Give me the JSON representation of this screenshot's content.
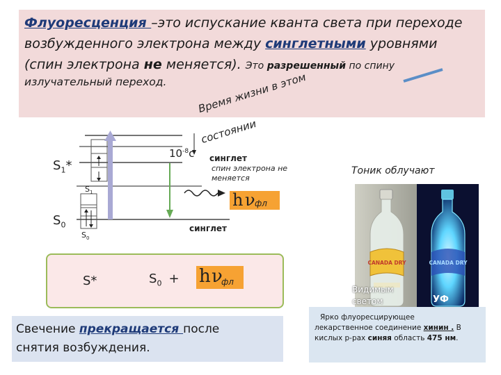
{
  "definition": {
    "term": "Флуоресценция ",
    "dash_text": "–это испускание кванта света при переходе",
    "line2_pre": "возбужденного электрона между ",
    "singlet_word": "синглетными",
    "line2_post": " уровнями",
    "line3_pre": "(спин электрона ",
    "line3_ne": "не",
    "line3_post": " меняется). ",
    "line3_eto": "Это ",
    "line3_allowed": "разрешенный",
    "line3_by_spin": " по спину",
    "line4": "излучательный переход."
  },
  "diagram": {
    "lifetime_line1": "Время жизни в этом",
    "lifetime_line2": "состоянии",
    "lifetime_value_base": "10",
    "lifetime_value_exp": "-8",
    "lifetime_value_unit": "с",
    "singlet_upper": "синглет",
    "spin_note_line1": "спин электрона не",
    "spin_note_line2": "меняется",
    "level_s1_base": "S",
    "level_s1_sub": "1",
    "level_s1_star": "*",
    "level_s0_base": "S",
    "level_s0_sub": "0",
    "box_s1_base": "S",
    "box_s1_sub": "1",
    "box_s0_base": "S",
    "box_s0_sub": "0",
    "singlet_lower": "синглет",
    "hnu_h": "h",
    "hnu_nu": "ν",
    "hnu_sub": "фл"
  },
  "equation": {
    "lhs": "S*",
    "rhs_base": "S",
    "rhs_sub": "0",
    "plus": "+",
    "hnu_h": "h",
    "hnu_nu": "ν",
    "hnu_sub": "фл"
  },
  "glow_note": {
    "pre": "Свечение ",
    "word": "прекращается ",
    "post": "после",
    "line2": "снятия возбуждения."
  },
  "tonic": {
    "caption": "Тоник облучают",
    "visible_line1": "Видимым",
    "visible_line2": "светом",
    "uv": "УФ",
    "bottle_left": "CANADA DRY",
    "bottle_right": "CANADA DRY"
  },
  "quinine_note": {
    "l1": "Ярко  флуоресцирующее",
    "l2_pre": "лекарственное соединение  ",
    "l2_word": "хинин .",
    "l2_post": " В",
    "l3_pre": "кислых  р-рах ",
    "l3_blue": "синяя",
    "l3_mid": " область ",
    "l3_value": "475 нм",
    "l3_end": "."
  },
  "colors": {
    "definition_bg": "#f2dada",
    "accent_blue": "#1e3a78",
    "orange_box": "#f6a233",
    "green_border": "#9bbb59",
    "arrow_violet": "#a9a9d4",
    "arrow_green": "#66aa55"
  }
}
